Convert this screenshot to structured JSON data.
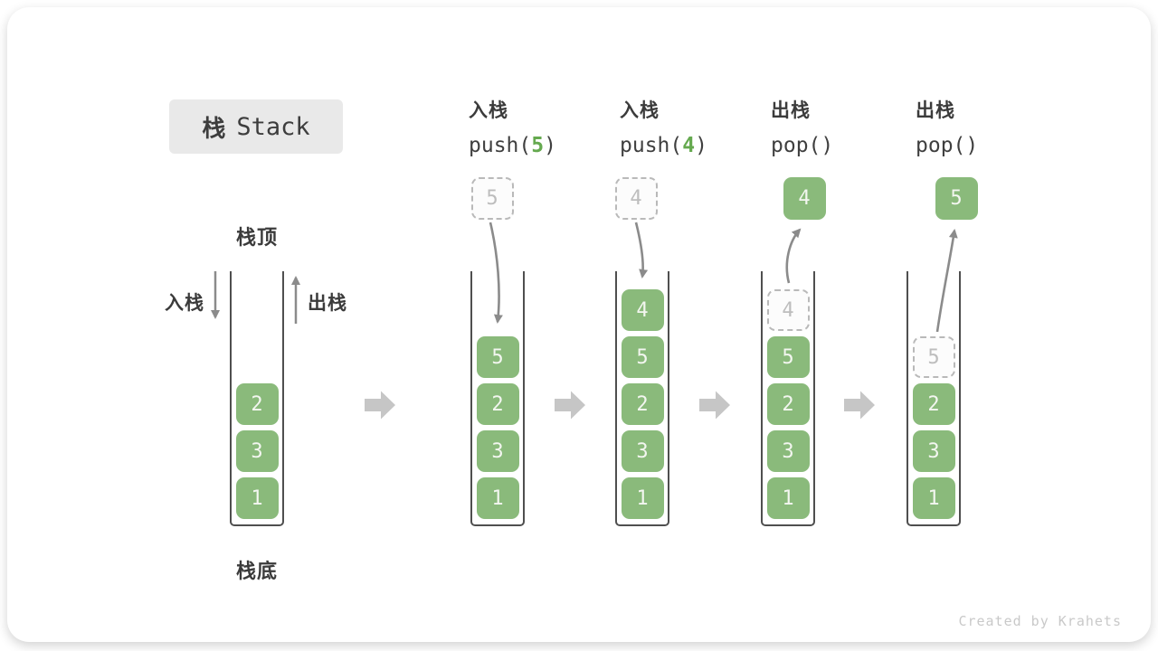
{
  "title": {
    "cjk": "栈",
    "latin": "Stack"
  },
  "side_labels": {
    "stack_top": "栈顶",
    "stack_bottom": "栈底",
    "push": "入栈",
    "pop": "出栈"
  },
  "operations": [
    {
      "label": "入栈",
      "code_pre": "push(",
      "code_arg": "5",
      "code_post": ")"
    },
    {
      "label": "入栈",
      "code_pre": "push(",
      "code_arg": "4",
      "code_post": ")"
    },
    {
      "label": "出栈",
      "code_pre": "pop()",
      "code_arg": "",
      "code_post": ""
    },
    {
      "label": "出栈",
      "code_pre": "pop()",
      "code_arg": "",
      "code_post": ""
    }
  ],
  "stacks": [
    {
      "name": "stack-1-initial",
      "cells": [
        {
          "value": "2"
        },
        {
          "value": "3"
        },
        {
          "value": "1"
        }
      ]
    },
    {
      "name": "stack-2-after-push-5",
      "float": {
        "value": "5",
        "variant": "dashed"
      },
      "arrow": "down",
      "cells": [
        {
          "value": "5"
        },
        {
          "value": "2"
        },
        {
          "value": "3"
        },
        {
          "value": "1"
        }
      ]
    },
    {
      "name": "stack-3-after-push-4",
      "float": {
        "value": "4",
        "variant": "dashed"
      },
      "arrow": "down",
      "cells": [
        {
          "value": "4"
        },
        {
          "value": "5"
        },
        {
          "value": "2"
        },
        {
          "value": "3"
        },
        {
          "value": "1"
        }
      ]
    },
    {
      "name": "stack-4-after-pop-4",
      "float": {
        "value": "4",
        "variant": "solid"
      },
      "arrow": "up",
      "cells": [
        {
          "value": "4",
          "ghost": true
        },
        {
          "value": "5"
        },
        {
          "value": "2"
        },
        {
          "value": "3"
        },
        {
          "value": "1"
        }
      ]
    },
    {
      "name": "stack-5-after-pop-5",
      "float": {
        "value": "5",
        "variant": "solid"
      },
      "arrow": "up",
      "cells": [
        {
          "value": "5",
          "ghost": true
        },
        {
          "value": "2"
        },
        {
          "value": "3"
        },
        {
          "value": "1"
        }
      ]
    }
  ],
  "watermark": "Created by Krahets",
  "colors": {
    "box_green": "#8aba7b",
    "accent_green": "#65a94f",
    "ghost_border": "#b9b9b9",
    "ghost_text": "#bdbdbd",
    "thin_arrow_gray": "#8b8b8b",
    "block_arrow_gray": "#c6c6c6",
    "wall_gray": "#4f4f4f",
    "text_dark": "#3b3b3b",
    "title_box_bg": "#e9e9e9",
    "watermark_gray": "#c9c9c9"
  }
}
